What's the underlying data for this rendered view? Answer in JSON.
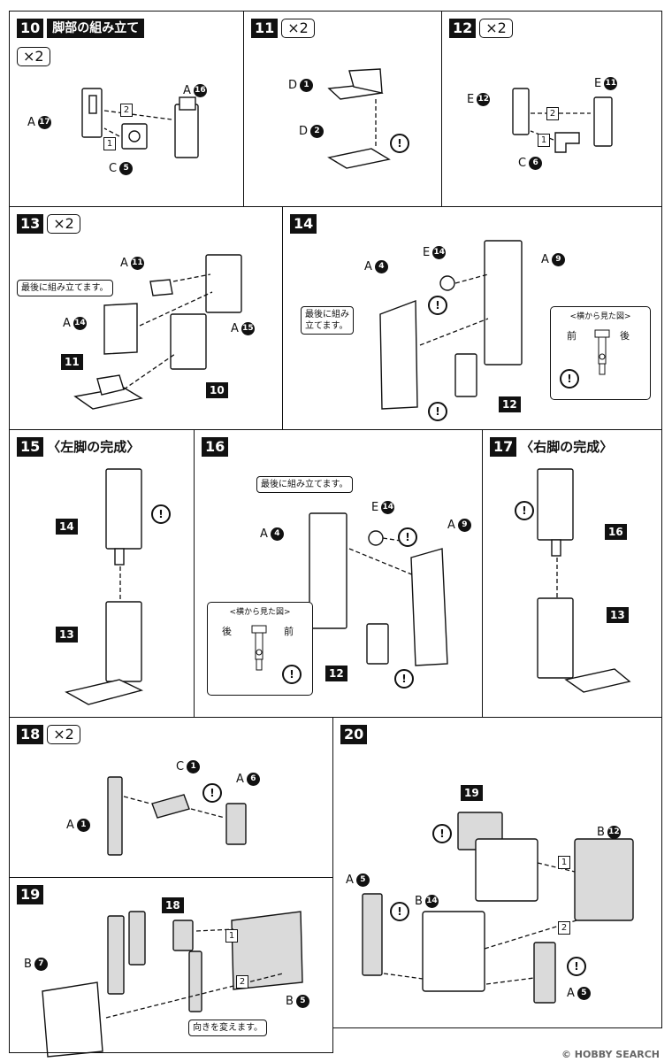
{
  "steps": {
    "s10": {
      "number": "10",
      "title": "脚部の組み立て",
      "times": "×2",
      "parts": {
        "a17": "A",
        "a17n": "17",
        "a16": "A",
        "a16n": "16",
        "c5": "C",
        "c5n": "5"
      },
      "seq1": "1",
      "seq2": "2"
    },
    "s11": {
      "number": "11",
      "times": "×2",
      "parts": {
        "d1": "D",
        "d1n": "1",
        "d2": "D",
        "d2n": "2"
      }
    },
    "s12": {
      "number": "12",
      "times": "×2",
      "parts": {
        "e12": "E",
        "e12n": "12",
        "e11": "E",
        "e11n": "11",
        "c6": "C",
        "c6n": "6"
      },
      "seq1": "1",
      "seq2": "2"
    },
    "s13": {
      "number": "13",
      "times": "×2",
      "note": "最後に組み立てます。",
      "parts": {
        "a11": "A",
        "a11n": "11",
        "a14": "A",
        "a14n": "14",
        "a15": "A",
        "a15n": "15"
      },
      "ref11": "11",
      "ref10": "10"
    },
    "s14": {
      "number": "14",
      "note": "最後に組み\n立てます。",
      "parts": {
        "a4": "A",
        "a4n": "4",
        "e14": "E",
        "e14n": "14",
        "a9": "A",
        "a9n": "9"
      },
      "ref12": "12",
      "inset": {
        "title": "<横から見た図>",
        "front": "前",
        "back": "後"
      }
    },
    "s15": {
      "number": "15",
      "title": "〈左脚の完成〉",
      "ref14": "14",
      "ref13": "13"
    },
    "s16": {
      "number": "16",
      "note": "最後に組み立てます。",
      "parts": {
        "a4": "A",
        "a4n": "4",
        "e14": "E",
        "e14n": "14",
        "a9": "A",
        "a9n": "9"
      },
      "ref12": "12",
      "inset": {
        "title": "<横から見た図>",
        "back": "後",
        "front": "前"
      }
    },
    "s17": {
      "number": "17",
      "title": "〈右脚の完成〉",
      "ref16": "16",
      "ref13": "13"
    },
    "s18": {
      "number": "18",
      "times": "×2",
      "parts": {
        "a1": "A",
        "a1n": "1",
        "c1": "C",
        "c1n": "1",
        "a6": "A",
        "a6n": "6"
      }
    },
    "s19": {
      "number": "19",
      "note": "向きを変えます。",
      "parts": {
        "b7": "B",
        "b7n": "7",
        "b5": "B",
        "b5n": "5"
      },
      "ref18": "18",
      "seq1": "1",
      "seq2": "2"
    },
    "s20": {
      "number": "20",
      "parts": {
        "a5a": "A",
        "a5an": "5",
        "b14": "B",
        "b14n": "14",
        "b12": "B",
        "b12n": "12",
        "a5b": "A",
        "a5bn": "5"
      },
      "ref19": "19",
      "seq1": "1",
      "seq2": "2"
    }
  },
  "warn_symbol": "!",
  "footer": "© HOBBY SEARCH"
}
